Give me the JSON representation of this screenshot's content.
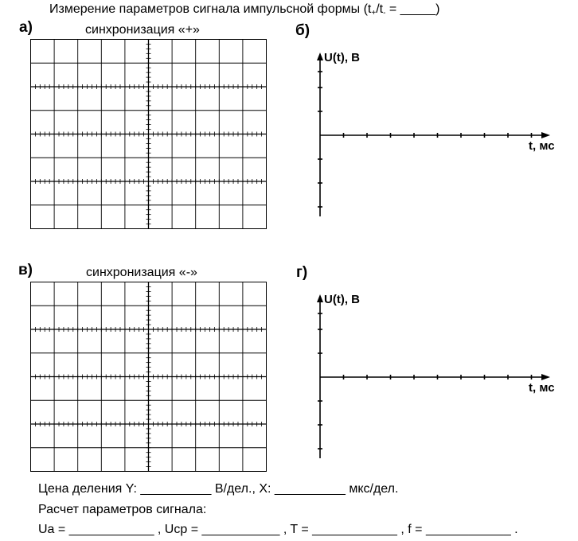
{
  "header": {
    "title_main": "Измерение параметров сигнала импульсной формы (t",
    "title_sub1": "+",
    "title_mid": "/t",
    "title_sub2": "-",
    "title_end": " = _____)"
  },
  "panels": {
    "a": {
      "label": "а)",
      "sync": "синхронизация «+»"
    },
    "b": {
      "label": "б)",
      "y_axis": "U(t), В",
      "x_axis": "t, мс"
    },
    "v": {
      "label": "в)",
      "sync": "синхронизация «-»"
    },
    "g": {
      "label": "г)",
      "y_axis": "U(t), В",
      "x_axis": "t, мс"
    }
  },
  "footer": {
    "line1": "Цена деления  Y:  __________ В/дел.,  X: __________ мкс/дел.",
    "line2": "Расчет параметров сигнала:",
    "line3": "Ua = ____________ ,  Ucp = ___________ , T = ____________ , f = ____________ ."
  }
}
